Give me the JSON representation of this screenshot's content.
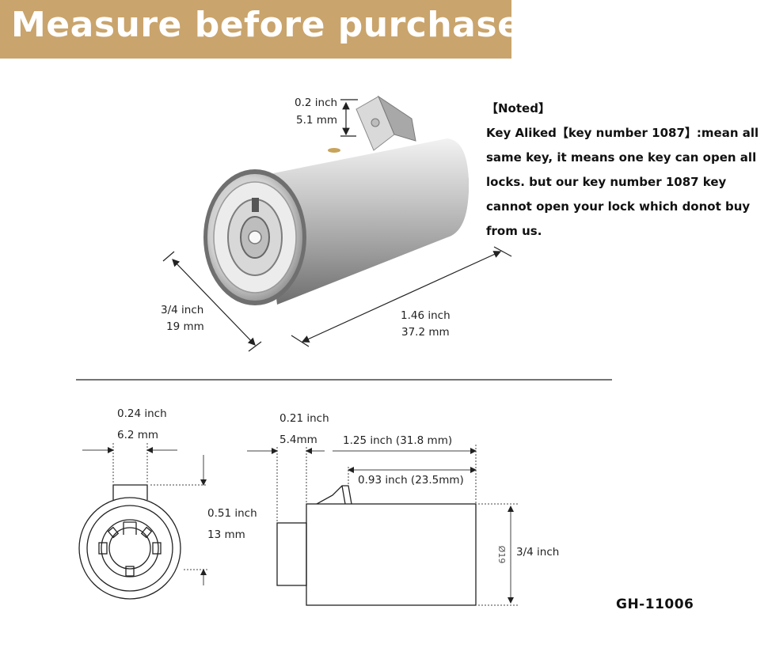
{
  "header": {
    "title": "Measure before purchase"
  },
  "note": {
    "heading": "【Noted】",
    "body": "Key Aliked【key number 1087】:mean all same key, it means one key can open all locks. but our key number 1087 key cannot open your lock which donot buy from us."
  },
  "photo_dims": {
    "tab_height_inch": "0.2 inch",
    "tab_height_mm": "5.1 mm",
    "diameter_inch": "3/4 inch",
    "diameter_mm": "19 mm",
    "length_inch": "1.46 inch",
    "length_mm": "37.2 mm"
  },
  "front_view": {
    "slot_width_inch": "0.24 inch",
    "slot_width_mm": "6.2 mm",
    "height_inch": "0.51 inch",
    "height_mm": "13 mm"
  },
  "side_view": {
    "front_inch": "0.21 inch",
    "front_mm": "5.4mm",
    "body_length": "1.25 inch (31.8 mm)",
    "tab_offset": "0.93 inch (23.5mm)",
    "diameter_mark": "Ø19",
    "diameter_inch": "3/4 inch"
  },
  "model": "GH-11006",
  "colors": {
    "banner": "#c9a46c",
    "banner_text": "#ffffff",
    "line": "#222222",
    "metal": "#b7b7b7"
  }
}
